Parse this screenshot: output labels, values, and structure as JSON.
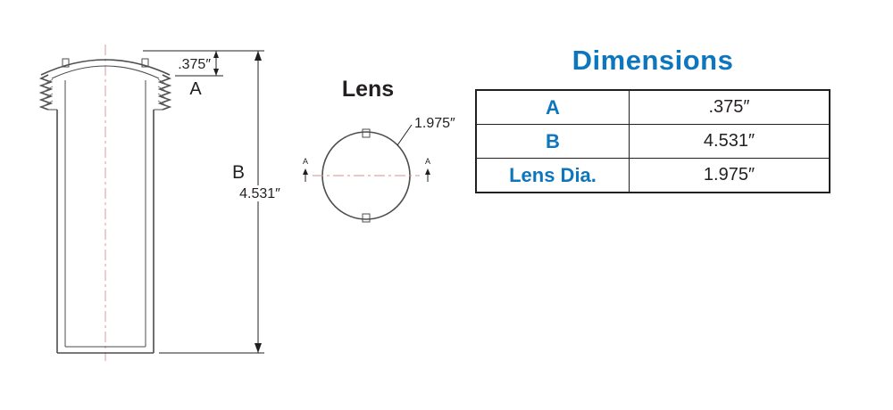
{
  "colors": {
    "accent_blue": "#0e76bc",
    "line_dark": "#231f20",
    "part_gray": "#4d4d4d",
    "centerline_pink": "#d98f8f"
  },
  "side_view": {
    "dim_a": {
      "value": ".375″",
      "label": "A"
    },
    "dim_b": {
      "label": "B",
      "value": "4.531″"
    }
  },
  "lens_view": {
    "title": "Lens",
    "diameter": "1.975″",
    "section_marker": "A"
  },
  "dimensions_panel": {
    "title": "Dimensions",
    "table": {
      "rows": [
        {
          "label": "A",
          "value": ".375″"
        },
        {
          "label": "B",
          "value": "4.531″"
        },
        {
          "label": "Lens Dia.",
          "value": "1.975″"
        }
      ]
    }
  }
}
